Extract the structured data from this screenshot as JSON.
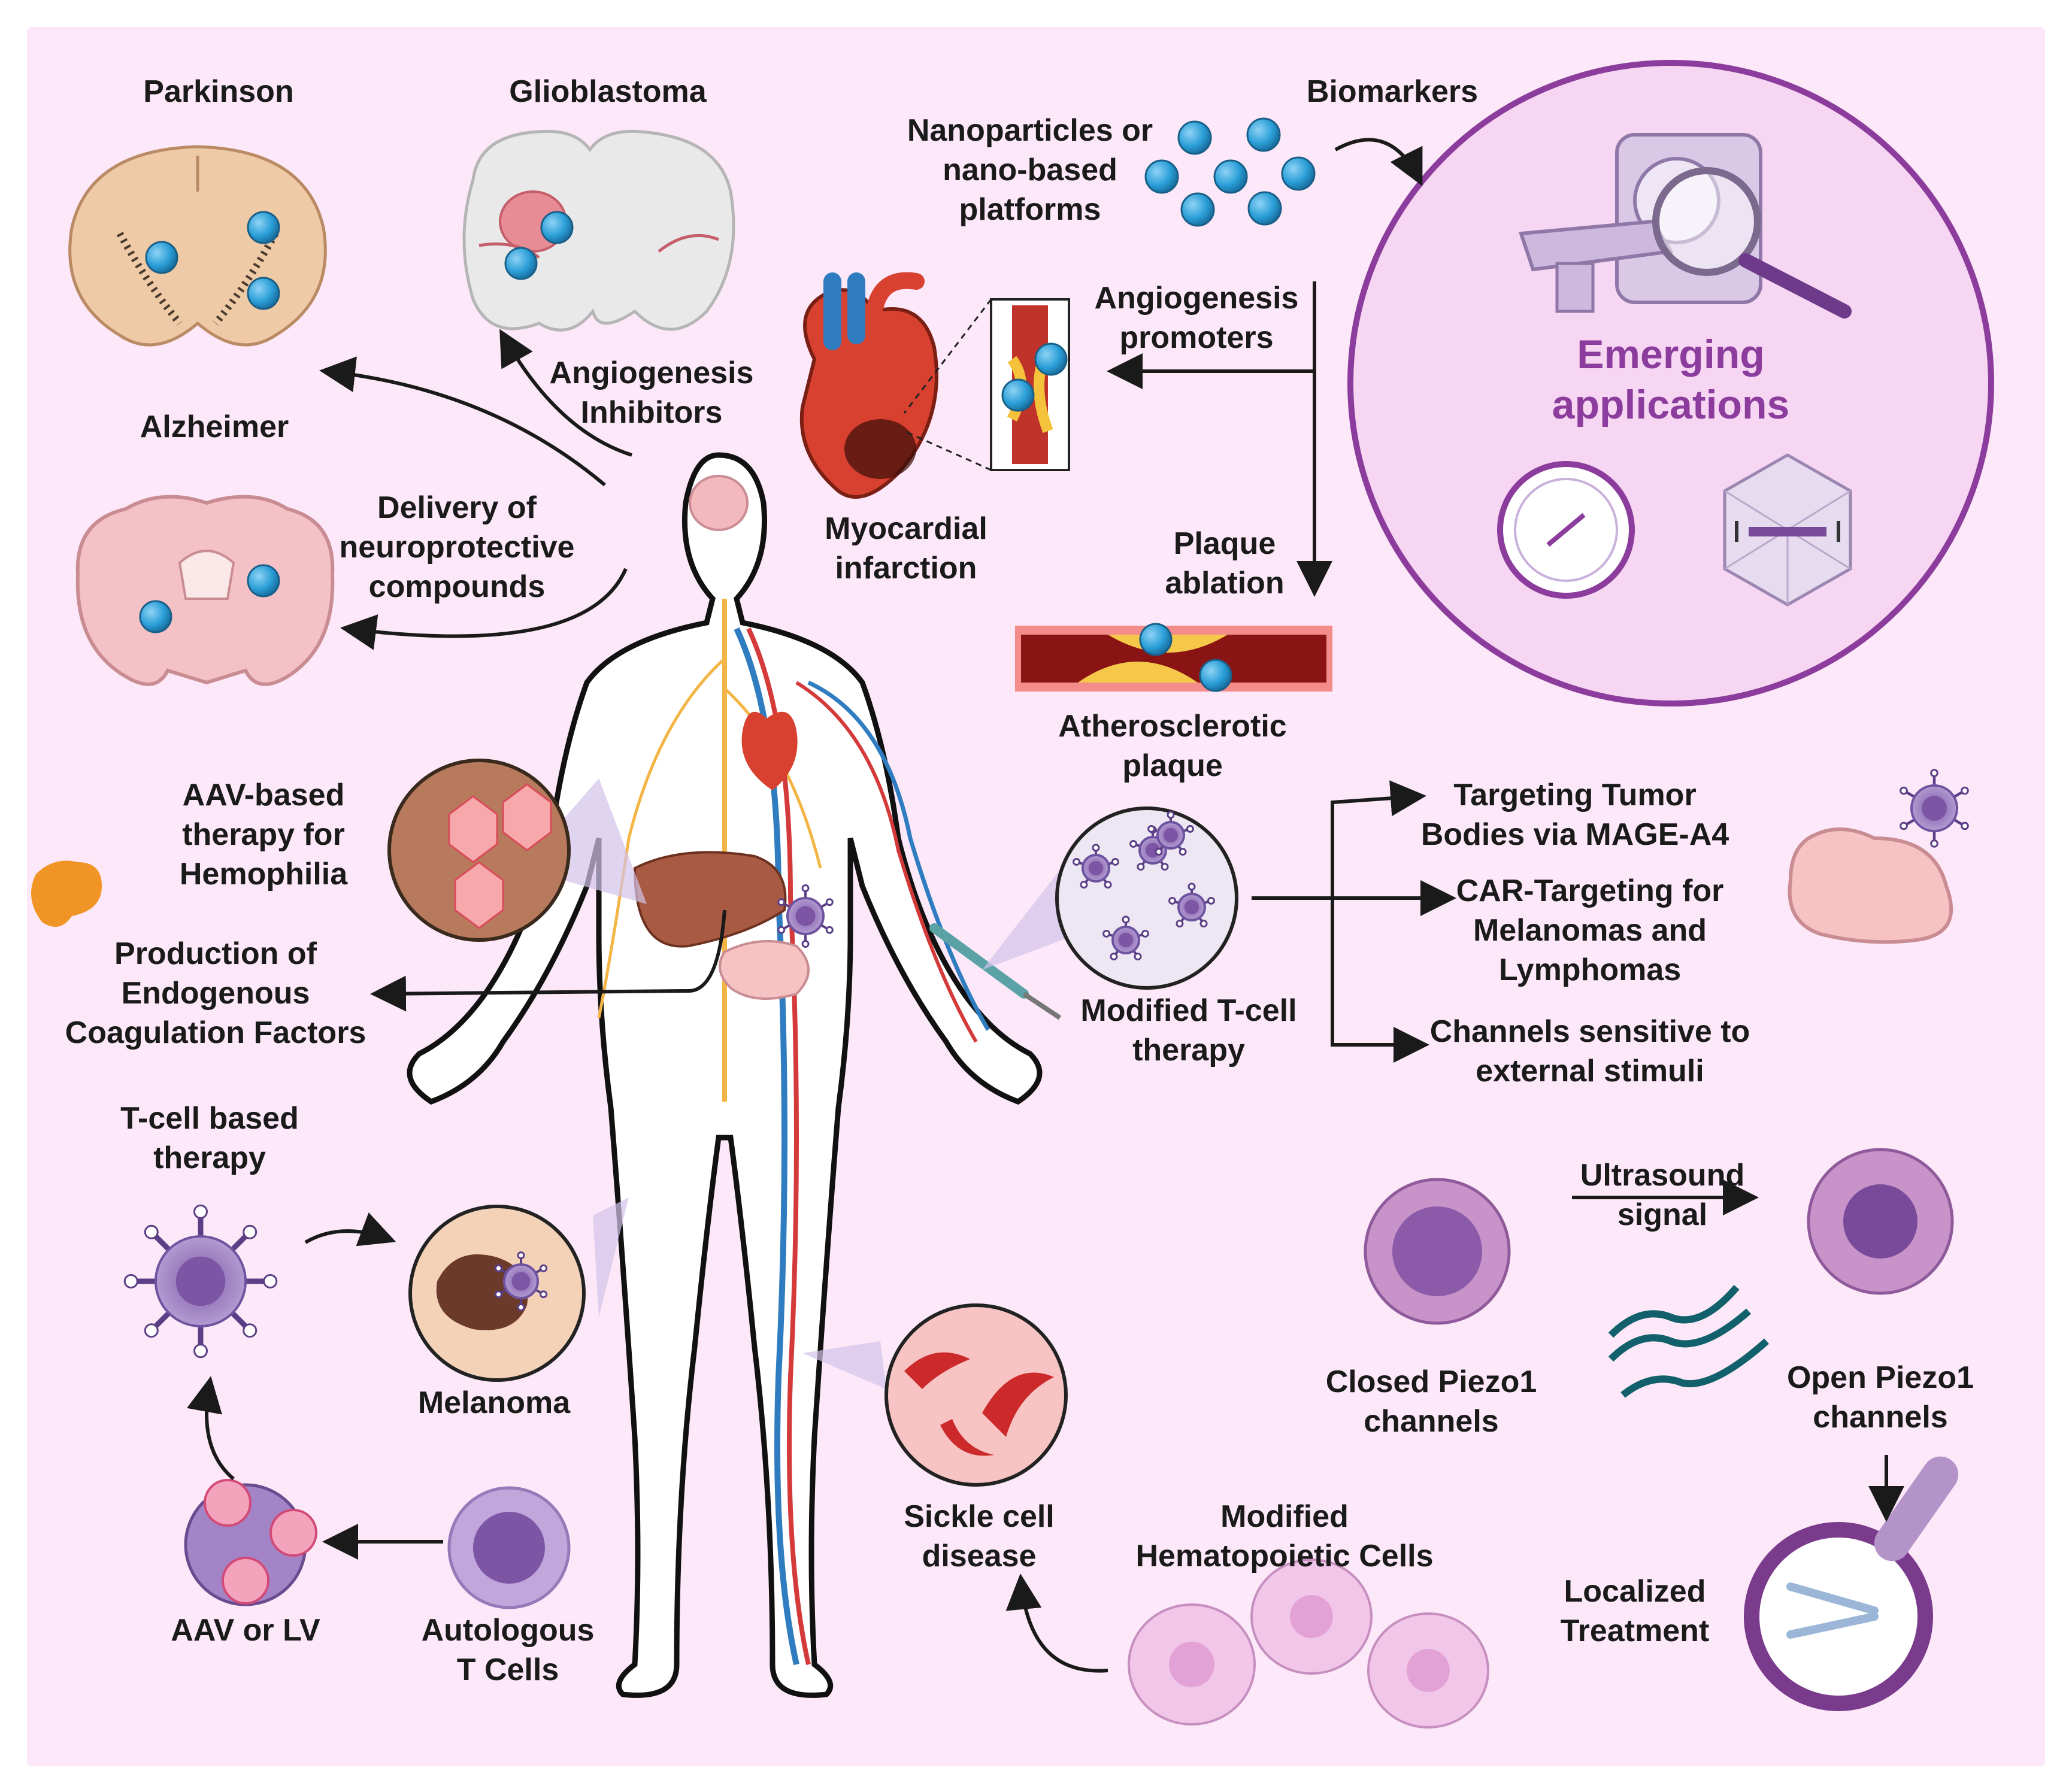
{
  "colors": {
    "background": "#fce8f8",
    "frame": "#ffffff",
    "nanoparticle": "#2b9fd8",
    "emerging_circle": "#8b3c9c",
    "emerging_text": "#8b3c9c",
    "tcell": "#9b7bc0",
    "vessel_red": "#d43a3a",
    "vessel_blue": "#2f7dc0",
    "nerve": "#f3b545",
    "tissue_pink": "#f6c2c2",
    "arrow": "#1a1a1a"
  },
  "labels": {
    "parkinson": "Parkinson",
    "glioblastoma": "Glioblastoma",
    "nanoparticles": "Nanoparticles or\nnano-based\nplatforms",
    "biomarkers": "Biomarkers",
    "angiogenesis_inhibitors": "Angiogenesis\nInhibitors",
    "angiogenesis_promoters": "Angiogenesis\npromoters",
    "alzheimer": "Alzheimer",
    "delivery": "Delivery of\nneuroprotective\ncompounds",
    "myocardial": "Myocardial\ninfarction",
    "plaque_ablation": "Plaque\nablation",
    "emerging": "Emerging\napplications",
    "atherosclerotic": "Atherosclerotic\nplaque",
    "aav_hemophilia": "AAV-based\ntherapy for\nHemophilia",
    "coagulation": "Production of\nEndogenous\nCoagulation Factors",
    "targeting_tumor": "Targeting Tumor\nBodies via MAGE-A4",
    "car_targeting": "CAR-Targeting for\nMelanomas and\nLymphomas",
    "channels_sensitive": "Channels sensitive to\nexternal stimuli",
    "modified_tcell": "Modified T-cell\ntherapy",
    "tcell_based": "T-cell based\ntherapy",
    "melanoma": "Melanoma",
    "ultrasound": "Ultrasound\nsignal",
    "closed_piezo": "Closed Piezo1\nchannels",
    "open_piezo": "Open Piezo1\nchannels",
    "sickle": "Sickle cell\ndisease",
    "hematopoietic": "Modified\nHematopoietic Cells",
    "localized": "Localized\nTreatment",
    "aav_lv": "AAV or LV",
    "autologous": "Autologous\nT Cells"
  }
}
